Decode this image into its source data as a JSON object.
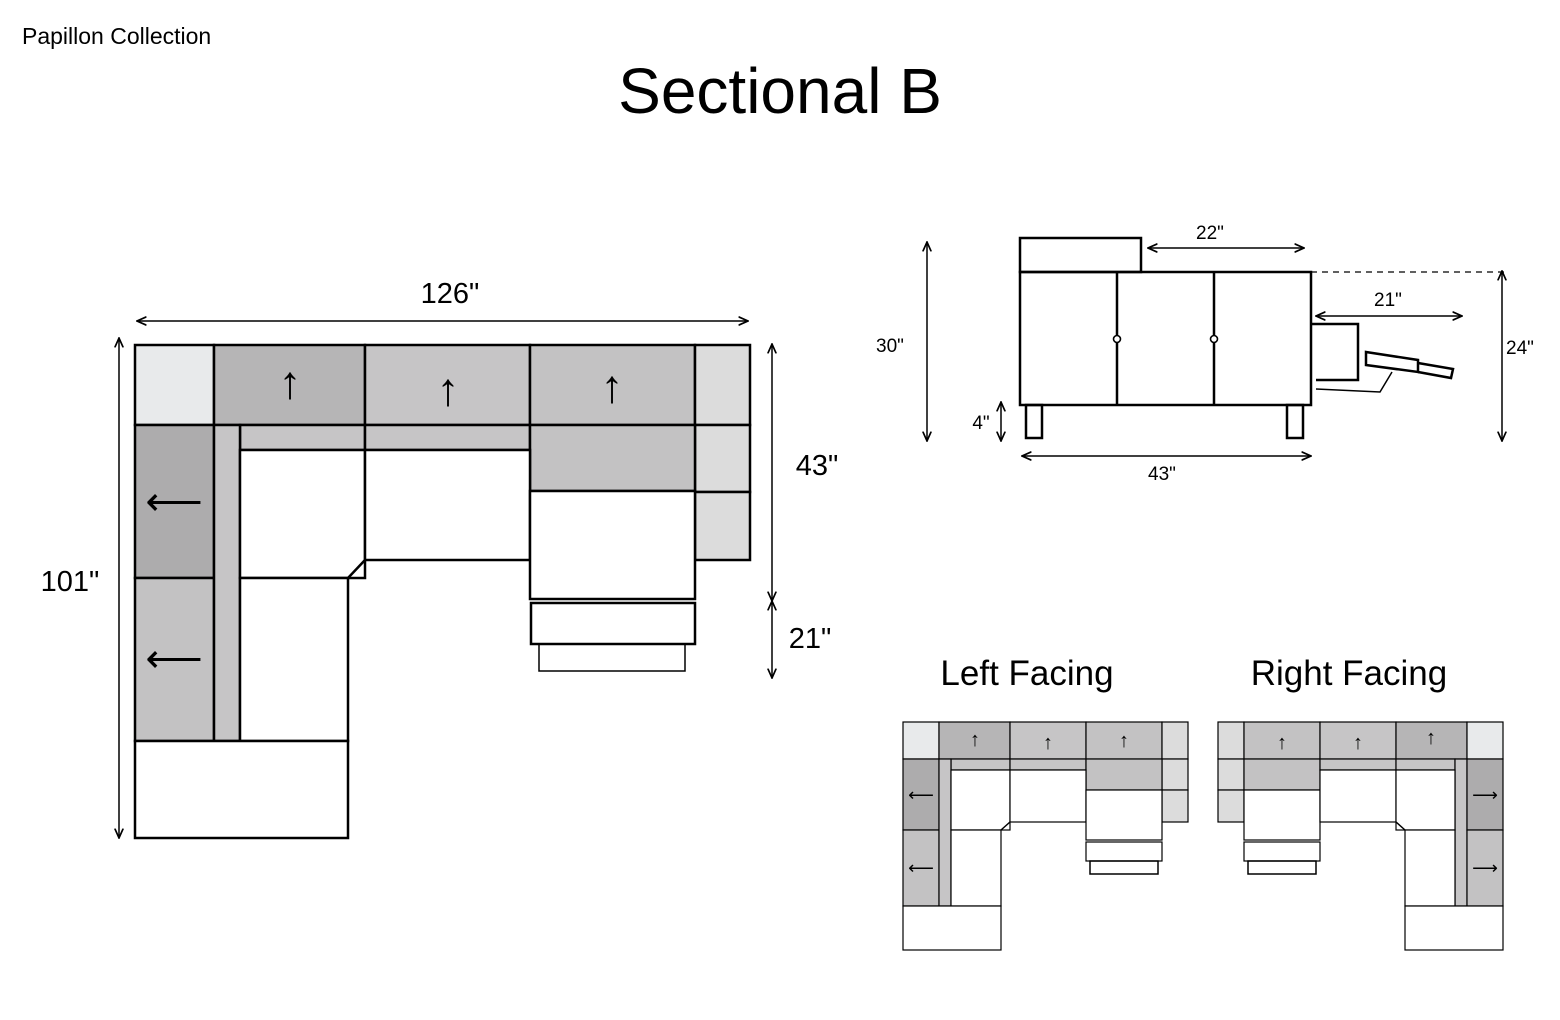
{
  "header": {
    "collection": "Papillon Collection",
    "title": "Sectional B"
  },
  "top_view": {
    "width_label": "126\"",
    "depth_label": "101\"",
    "seat_depth_label": "43\"",
    "footrest_label": "21\"",
    "arrow_up": "↑",
    "arrow_left": "⟵"
  },
  "side_view": {
    "height_label": "30\"",
    "back_depth_label": "22\"",
    "recline_label": "21\"",
    "seat_height_label": "24\"",
    "leg_label": "4\"",
    "depth_label": "43\""
  },
  "variants": {
    "left_label": "Left Facing",
    "right_label": "Right Facing",
    "arrow_up": "↑",
    "arrow_left": "⟵",
    "arrow_right": "⟶"
  }
}
